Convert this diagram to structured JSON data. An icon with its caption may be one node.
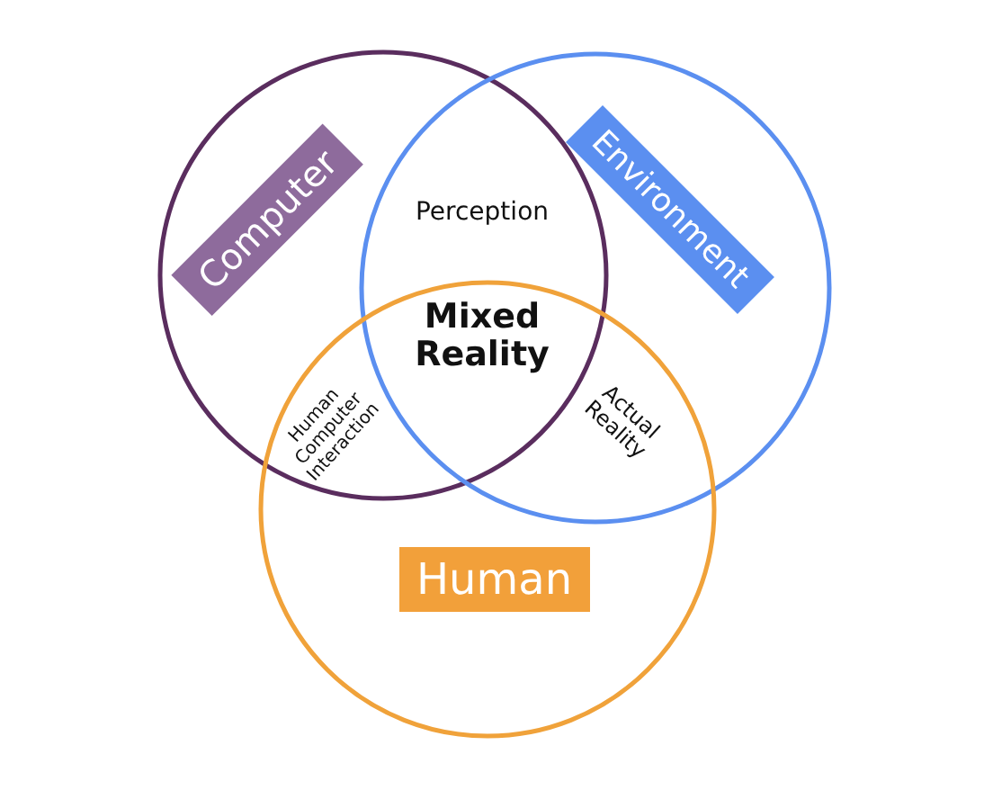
{
  "diagram": {
    "nodes": [
      {
        "text": [
          "Computer"
        ]
      },
      {
        "text": [
          "Environment"
        ]
      },
      {
        "text": [
          "Human"
        ]
      }
    ],
    "labels": [
      "Perception",
      "Mixed Reality",
      "Human Computer Interaction",
      "Actual Reality"
    ]
  }
}
